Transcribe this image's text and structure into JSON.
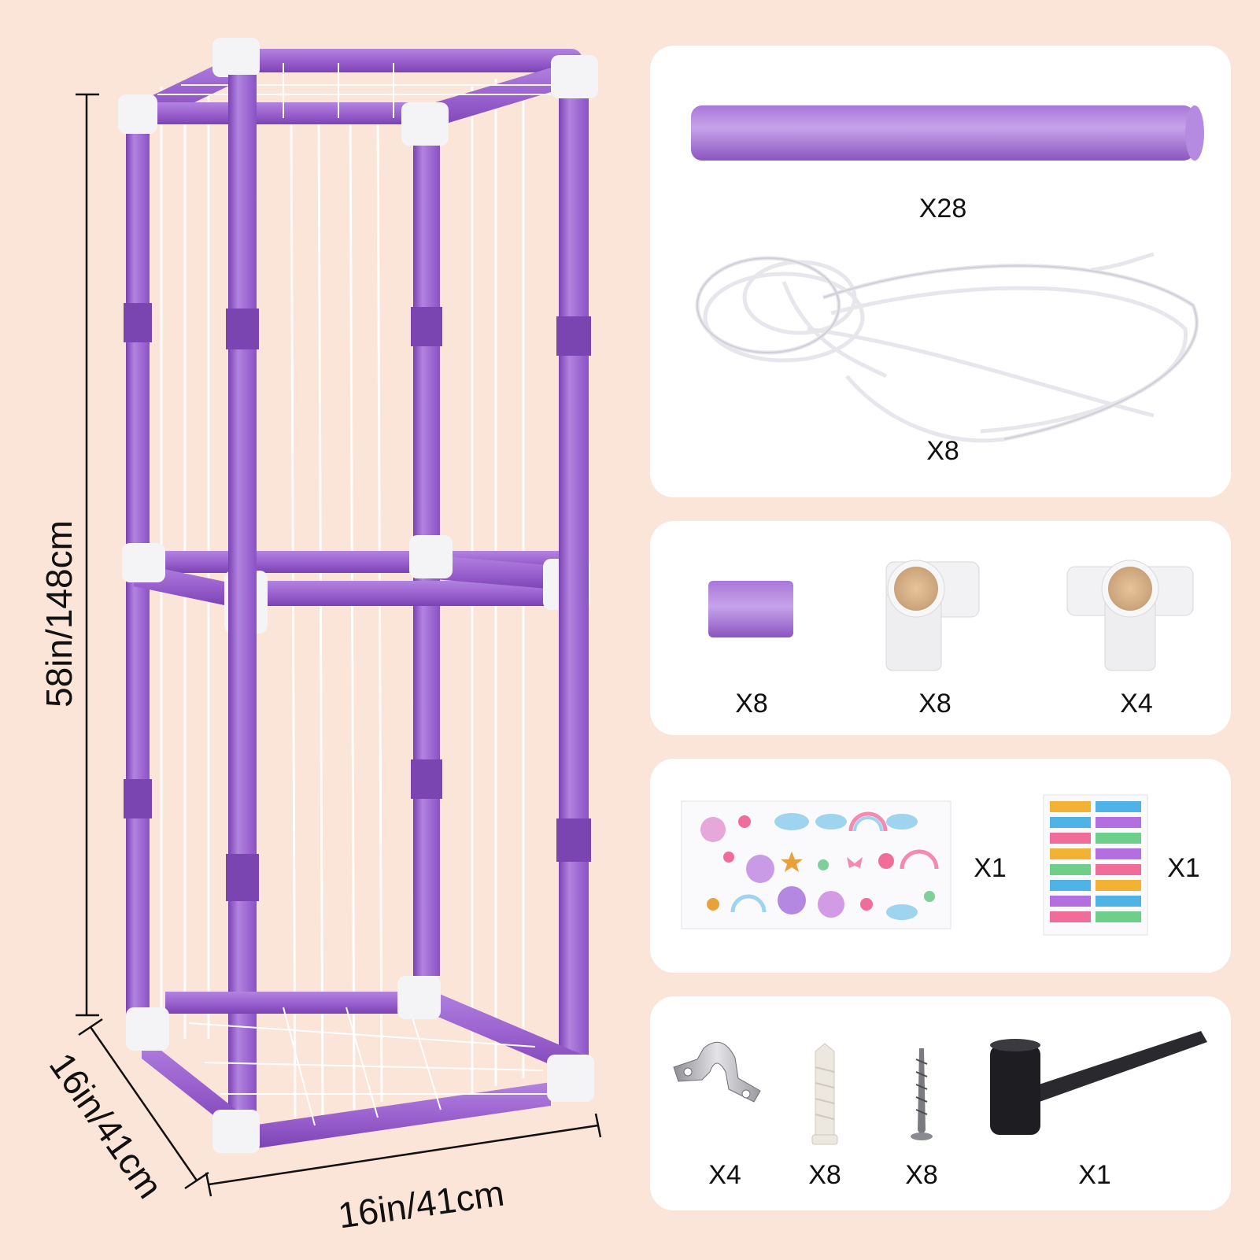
{
  "dimensions": {
    "height": "58in/148cm",
    "depth": "16in/41cm",
    "width": "16in/41cm"
  },
  "colors": {
    "background": "#fbe4d8",
    "pipe_purple": "#9b62cf",
    "connector_white": "#f4f4f6"
  },
  "cards": {
    "pipes_and_cord": {
      "long_pipe_qty": "X28",
      "elastic_cord_qty": "X8"
    },
    "connectors": {
      "short_pipe_qty": "X8",
      "three_way_connector_qty": "X8",
      "four_way_connector_qty": "X4"
    },
    "stickers": {
      "unicorn_sticker_sheet_qty": "X1",
      "alphabet_sticker_sheet_qty": "X1"
    },
    "hardware": {
      "pipe_clamp_qty": "X4",
      "wall_anchor_qty": "X8",
      "screw_qty": "X8",
      "rubber_mallet_qty": "X1"
    }
  }
}
